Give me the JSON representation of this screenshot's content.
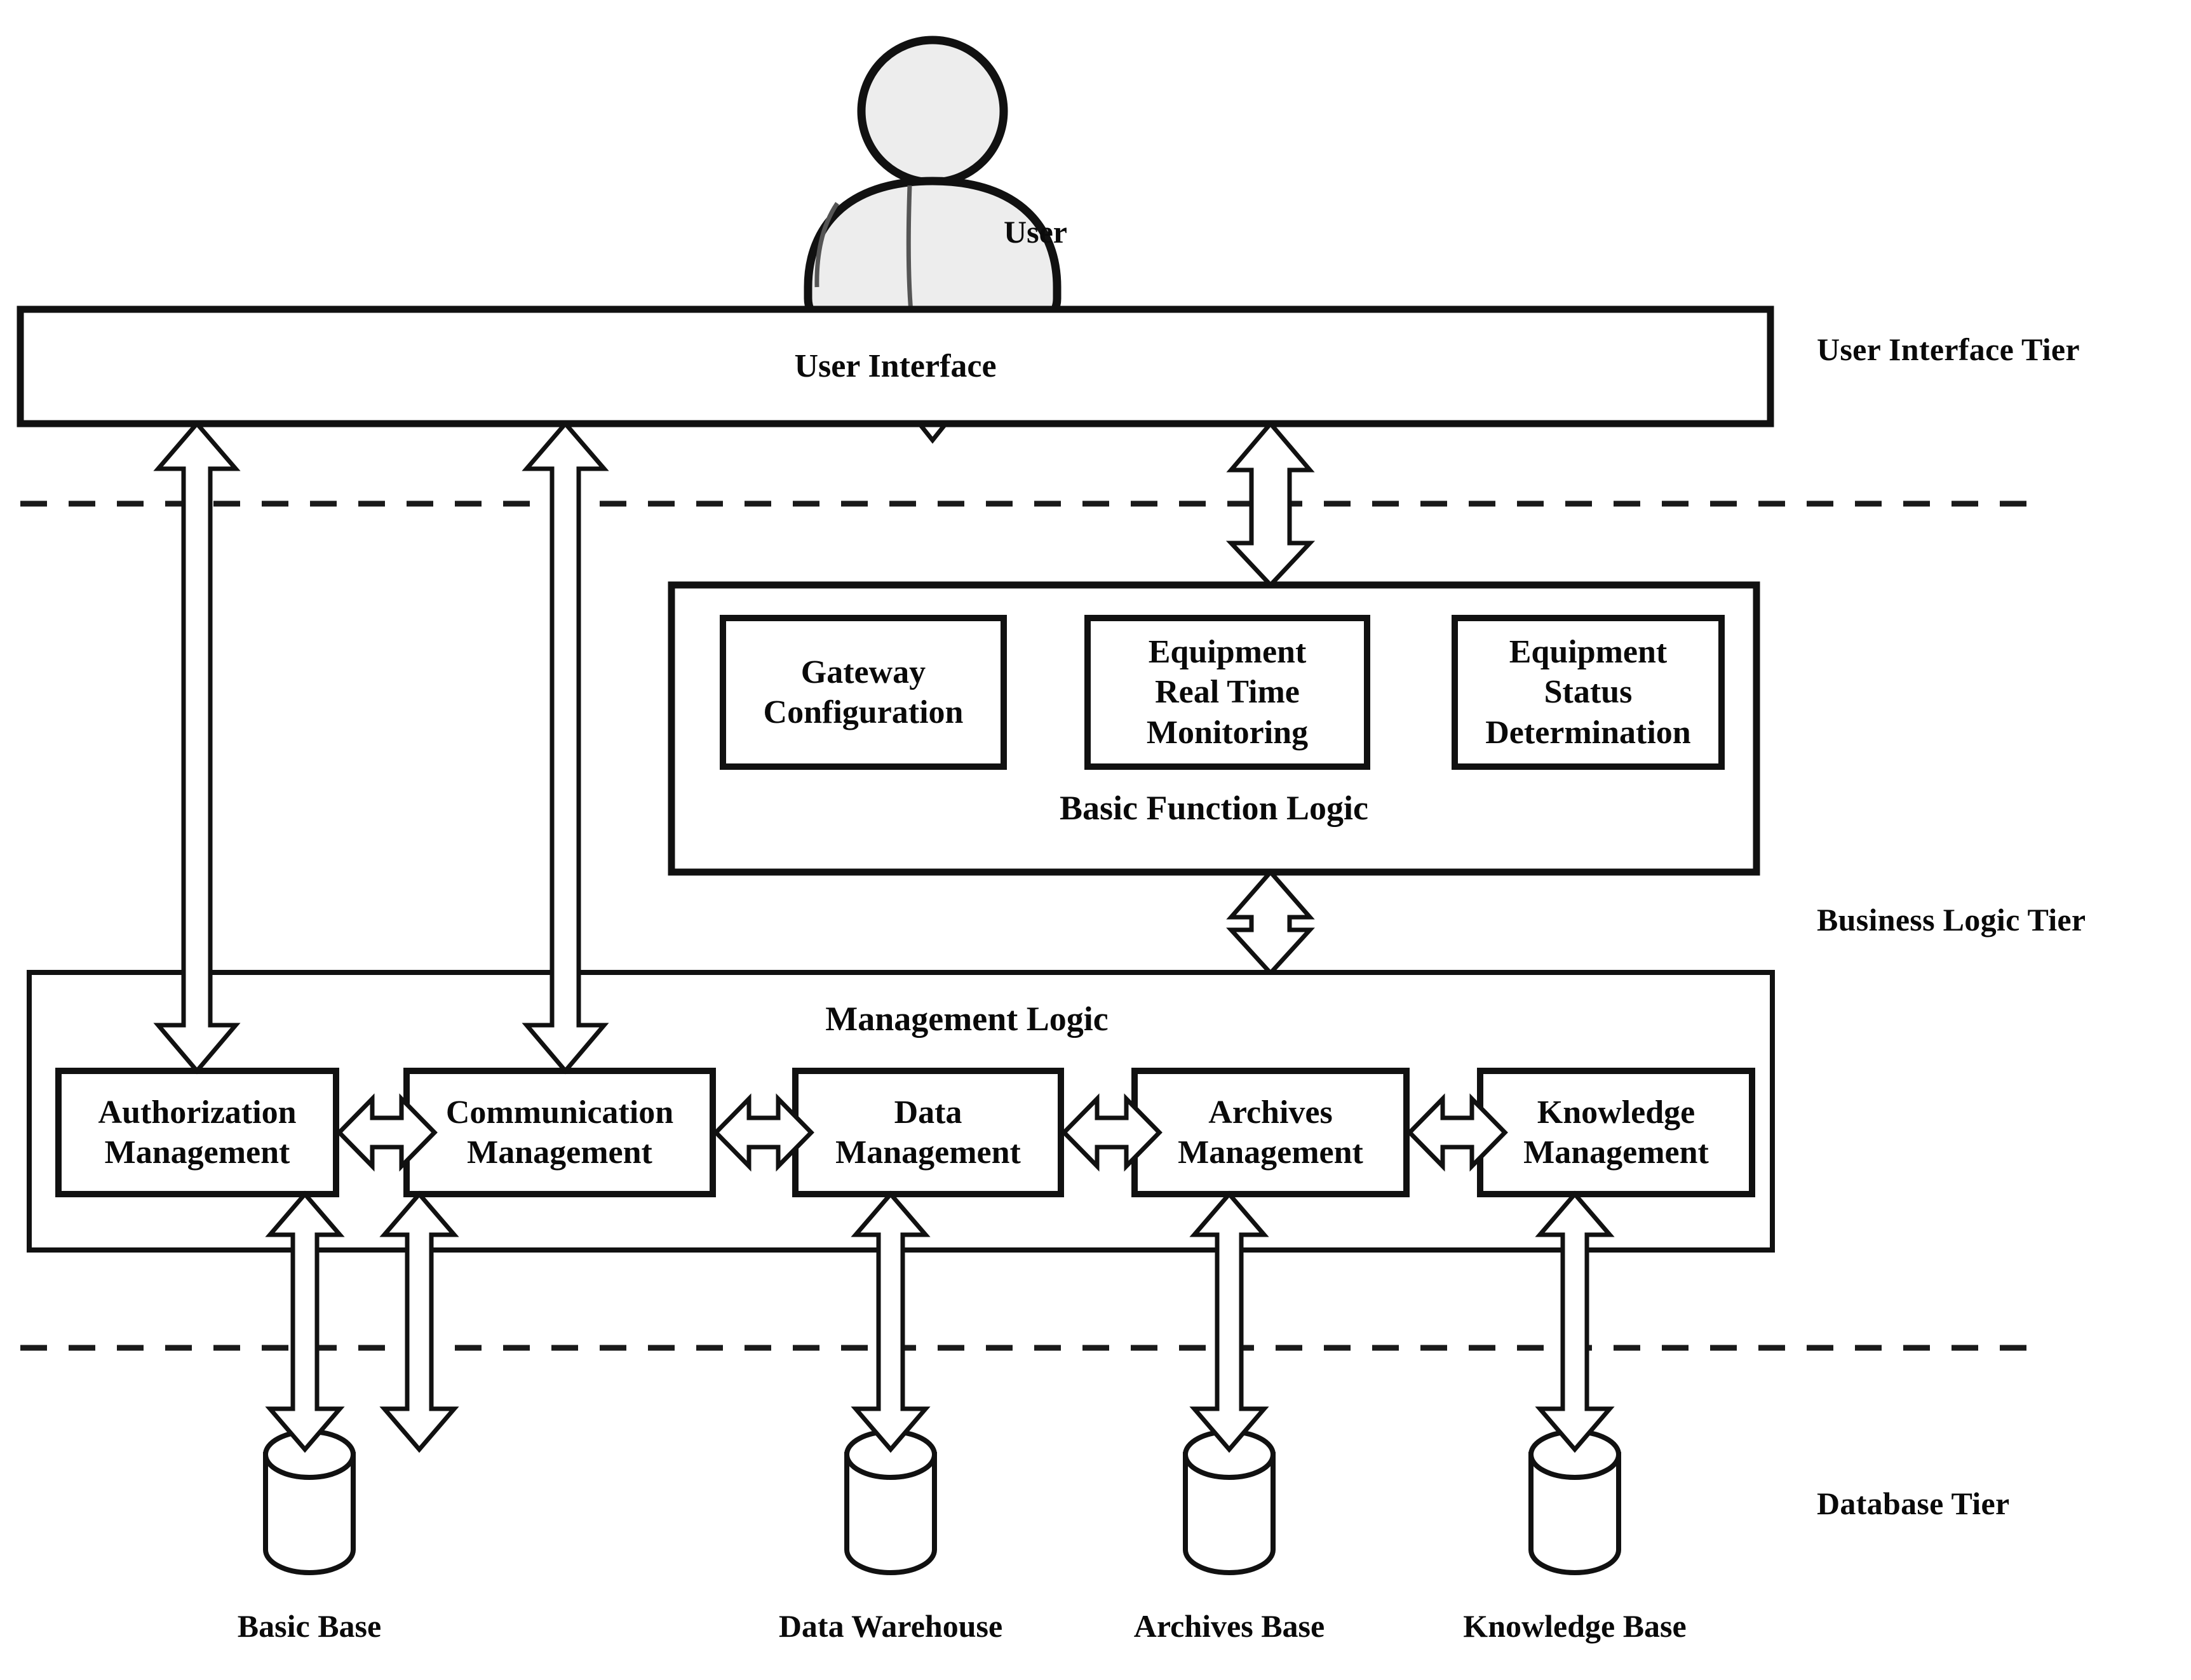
{
  "diagram": {
    "title": "Three-tier system architecture",
    "colors": {
      "stroke": "#111111",
      "fill": "#ffffff",
      "icon_fill": "#ededed",
      "text": "#0a0a0a"
    }
  },
  "actor": {
    "label": "User",
    "icon": "user-person-icon"
  },
  "tiers": [
    {
      "id": "ui",
      "label": "User Interface Tier"
    },
    {
      "id": "business",
      "label": "Business Logic Tier"
    },
    {
      "id": "database",
      "label": "Database Tier"
    }
  ],
  "ui_tier": {
    "box_label": "User Interface"
  },
  "business_tier": {
    "basic_function_logic": {
      "group_label": "Basic Function Logic",
      "modules": [
        {
          "id": "gateway-configuration",
          "label": "Gateway\nConfiguration"
        },
        {
          "id": "equipment-real-time-monitoring",
          "label": "Equipment\nReal Time\nMonitoring"
        },
        {
          "id": "equipment-status-determination",
          "label": "Equipment\nStatus\nDetermination"
        }
      ]
    },
    "management_logic": {
      "group_label": "Management Logic",
      "modules": [
        {
          "id": "authorization-management",
          "label": "Authorization\nManagement"
        },
        {
          "id": "communication-management",
          "label": "Communication\nManagement"
        },
        {
          "id": "data-management",
          "label": "Data\nManagement"
        },
        {
          "id": "archives-management",
          "label": "Archives\nManagement"
        },
        {
          "id": "knowledge-management",
          "label": "Knowledge\nManagement"
        }
      ]
    }
  },
  "database_tier": {
    "stores": [
      {
        "id": "basic-base",
        "label": "Basic Base"
      },
      {
        "id": "data-warehouse",
        "label": "Data Warehouse"
      },
      {
        "id": "archives-base",
        "label": "Archives Base"
      },
      {
        "id": "knowledge-base",
        "label": "Knowledge Base"
      }
    ]
  }
}
